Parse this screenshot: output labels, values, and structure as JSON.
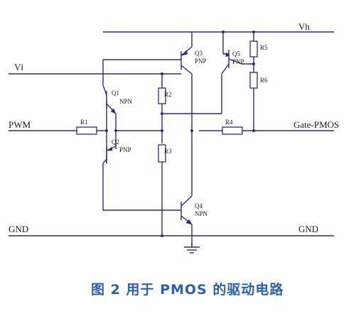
{
  "labels": {
    "vh": "Vh",
    "vl": "Vl",
    "pwm": "PWM",
    "gnd_left": "GND",
    "gnd_right": "GND",
    "gate_pmos": "Gate-PMOS"
  },
  "components": {
    "q1": {
      "name": "Q1",
      "type": "NPN"
    },
    "q2": {
      "name": "Q2",
      "type": "PNP"
    },
    "q3": {
      "name": "Q3",
      "type": "PNP"
    },
    "q4": {
      "name": "Q4",
      "type": "NPN"
    },
    "q5": {
      "name": "Q5",
      "type": "PNP"
    },
    "r1": "R1",
    "r2": "R2",
    "r3": "R3",
    "r4": "R4",
    "r5": "R5",
    "r6": "R6"
  },
  "caption": "图 2 用于 PMOS 的驱动电路",
  "colors": {
    "wire": "#2a2a8a",
    "caption": "#2c5fb0"
  }
}
